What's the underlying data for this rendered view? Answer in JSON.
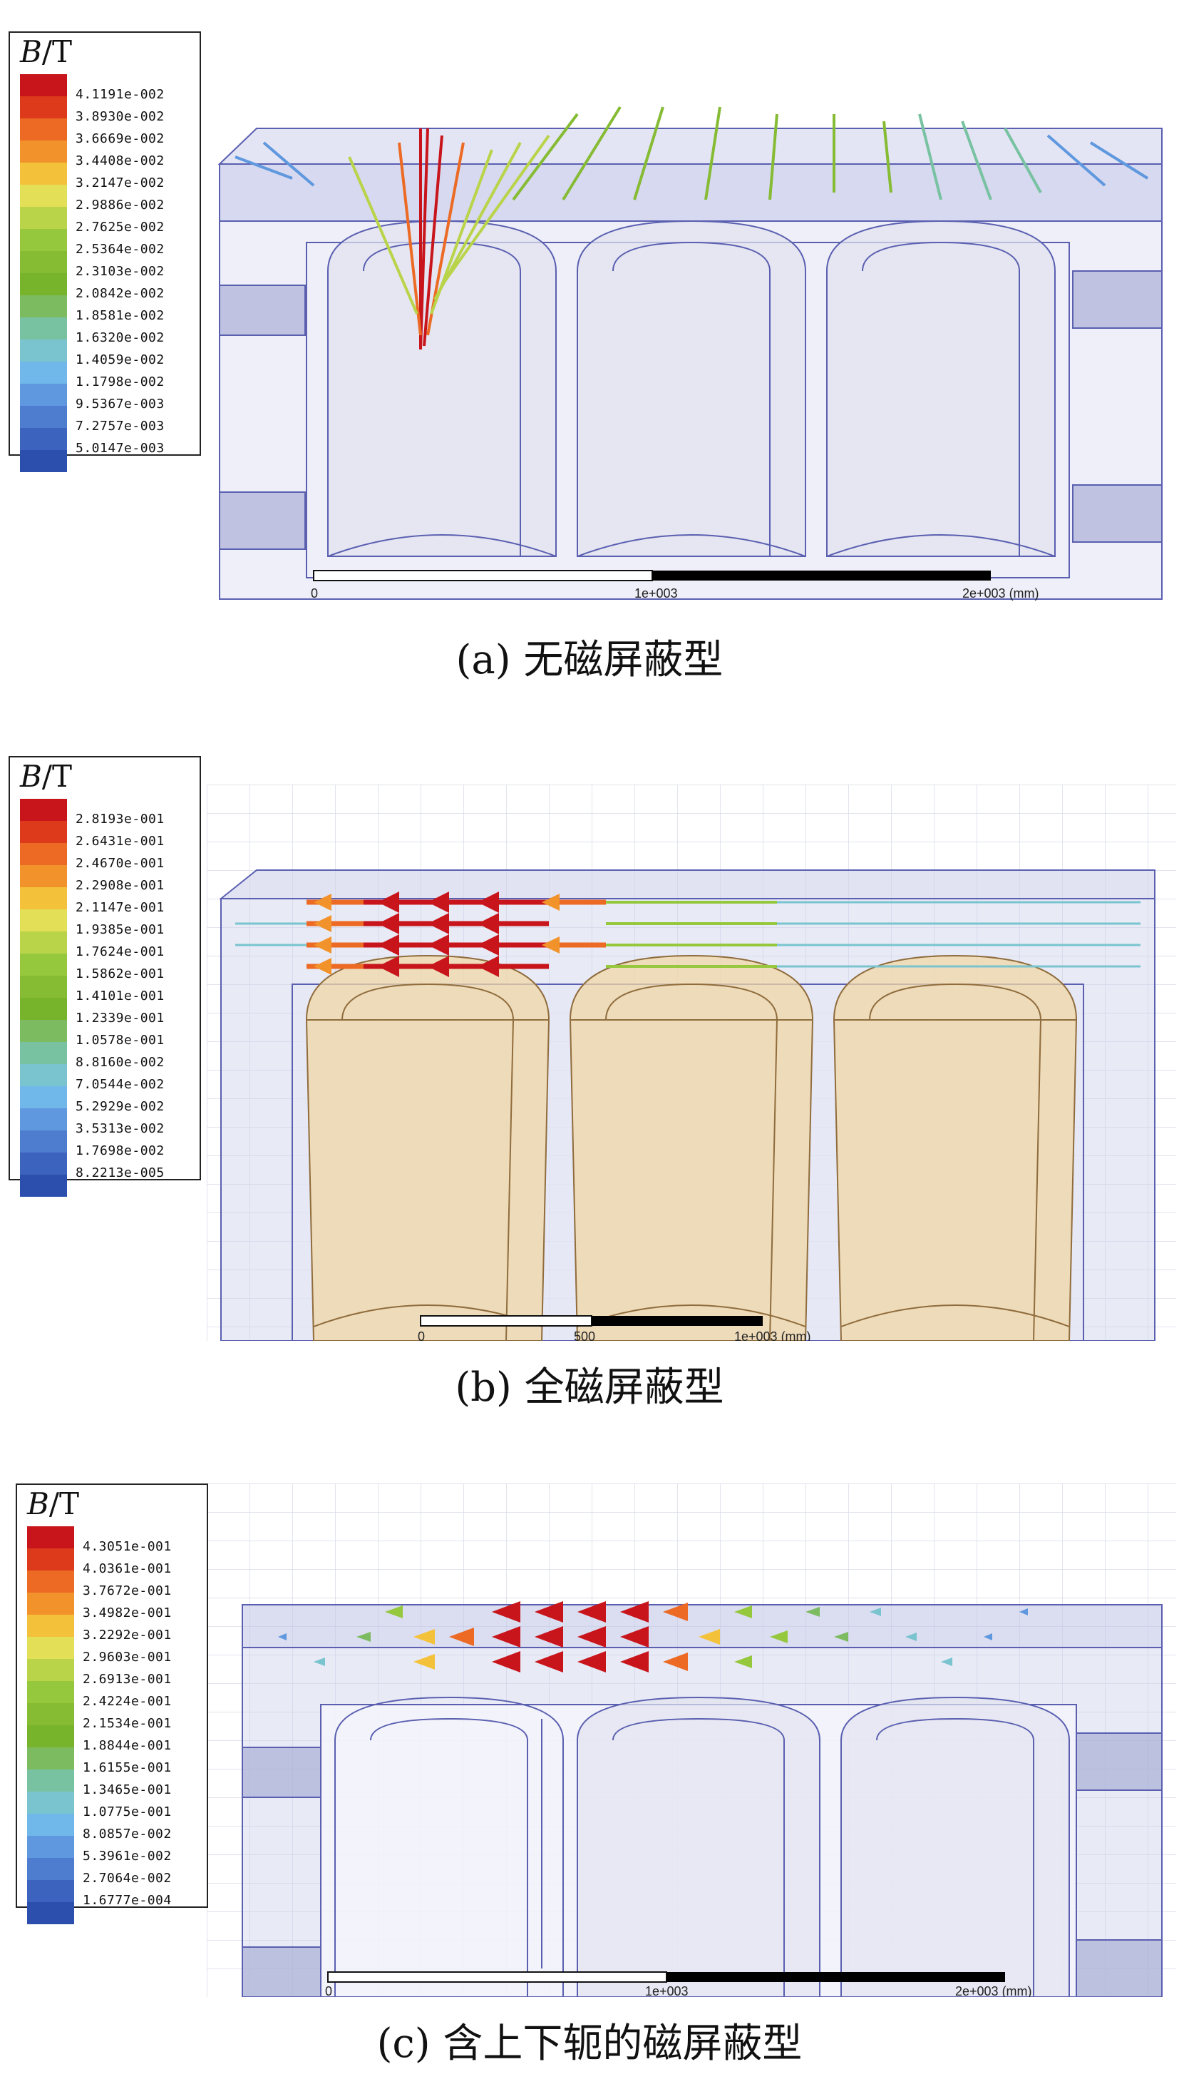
{
  "panels": [
    {
      "id": "a",
      "caption": "(a) 无磁屏蔽型",
      "legend": {
        "title_var": "B",
        "title_unit": "/T",
        "colors": [
          "#c8151b",
          "#dd3a1c",
          "#ec6a23",
          "#f2922b",
          "#f4c23a",
          "#e3df56",
          "#b9d449",
          "#96c83e",
          "#86bb34",
          "#77b42c",
          "#7dbb60",
          "#78c2a2",
          "#79c4cf",
          "#70b7ea",
          "#5f98de",
          "#4e7cce",
          "#3c63bd",
          "#2c4fad"
        ],
        "values": [
          "4.1191e-002",
          "3.8930e-002",
          "3.6669e-002",
          "3.4408e-002",
          "3.2147e-002",
          "2.9886e-002",
          "2.7625e-002",
          "2.5364e-002",
          "2.3103e-002",
          "2.0842e-002",
          "1.8581e-002",
          "1.6320e-002",
          "1.4059e-002",
          "1.1798e-002",
          "9.5367e-003",
          "7.2757e-003",
          "5.0147e-003"
        ]
      },
      "scale": {
        "labels": [
          "0",
          "1e+003",
          "2e+003 (mm)"
        ]
      }
    },
    {
      "id": "b",
      "caption": "(b) 全磁屏蔽型",
      "legend": {
        "title_var": "B",
        "title_unit": "/T",
        "colors": [
          "#c8151b",
          "#dd3a1c",
          "#ec6a23",
          "#f2922b",
          "#f4c23a",
          "#e3df56",
          "#b9d449",
          "#96c83e",
          "#86bb34",
          "#77b42c",
          "#7dbb60",
          "#78c2a2",
          "#79c4cf",
          "#70b7ea",
          "#5f98de",
          "#4e7cce",
          "#3c63bd",
          "#2c4fad"
        ],
        "values": [
          "2.8193e-001",
          "2.6431e-001",
          "2.4670e-001",
          "2.2908e-001",
          "2.1147e-001",
          "1.9385e-001",
          "1.7624e-001",
          "1.5862e-001",
          "1.4101e-001",
          "1.2339e-001",
          "1.0578e-001",
          "8.8160e-002",
          "7.0544e-002",
          "5.2929e-002",
          "3.5313e-002",
          "1.7698e-002",
          "8.2213e-005"
        ]
      },
      "scale": {
        "labels": [
          "0",
          "500",
          "1e+003 (mm)"
        ]
      }
    },
    {
      "id": "c",
      "caption": "(c) 含上下轭的磁屏蔽型",
      "legend": {
        "title_var": "B",
        "title_unit": "/T",
        "colors": [
          "#c8151b",
          "#dd3a1c",
          "#ec6a23",
          "#f2922b",
          "#f4c23a",
          "#e3df56",
          "#b9d449",
          "#96c83e",
          "#86bb34",
          "#77b42c",
          "#7dbb60",
          "#78c2a2",
          "#79c4cf",
          "#70b7ea",
          "#5f98de",
          "#4e7cce",
          "#3c63bd",
          "#2c4fad"
        ],
        "values": [
          "4.3051e-001",
          "4.0361e-001",
          "3.7672e-001",
          "3.4982e-001",
          "3.2292e-001",
          "2.9603e-001",
          "2.6913e-001",
          "2.4224e-001",
          "2.1534e-001",
          "1.8844e-001",
          "1.6155e-001",
          "1.3465e-001",
          "1.0775e-001",
          "8.0857e-002",
          "5.3961e-002",
          "2.7064e-002",
          "1.6777e-004"
        ]
      },
      "scale": {
        "labels": [
          "0",
          "1e+003",
          "2e+003 (mm)"
        ]
      }
    }
  ]
}
